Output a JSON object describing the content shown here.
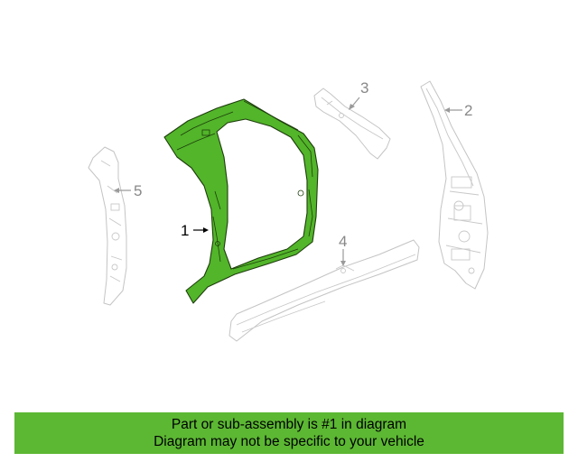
{
  "diagram": {
    "colors": {
      "highlight_fill": "#52b52a",
      "highlight_stroke": "#1e3e0c",
      "faded_stroke": "#c4c4c4",
      "callout_active": "#000000",
      "callout_faded": "#888888"
    },
    "callouts": [
      {
        "id": "1",
        "label": "1",
        "highlighted": true
      },
      {
        "id": "2",
        "label": "2",
        "highlighted": false
      },
      {
        "id": "3",
        "label": "3",
        "highlighted": false
      },
      {
        "id": "4",
        "label": "4",
        "highlighted": false
      },
      {
        "id": "5",
        "label": "5",
        "highlighted": false
      }
    ]
  },
  "banner": {
    "background": "#5cb733",
    "line1": "Part or sub-assembly is #1 in diagram",
    "line2": "Diagram may not be specific to your vehicle"
  }
}
